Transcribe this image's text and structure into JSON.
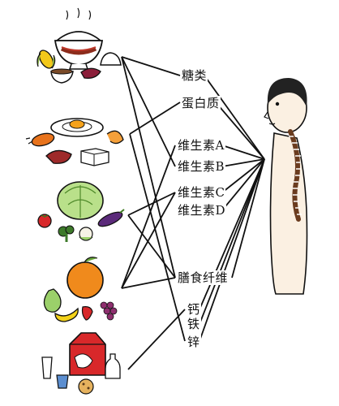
{
  "food_groups": [
    {
      "id": "grains",
      "items": [
        "rice-bowl",
        "corn",
        "bun",
        "soup-bowl",
        "sweet-potato"
      ]
    },
    {
      "id": "protein",
      "items": [
        "fried-egg-plate",
        "chicken-leg",
        "shrimp",
        "steak",
        "tofu"
      ]
    },
    {
      "id": "vegetables",
      "items": [
        "cabbage",
        "tomato",
        "broccoli",
        "cauliflower",
        "eggplant"
      ]
    },
    {
      "id": "fruits",
      "items": [
        "orange",
        "pear",
        "banana",
        "strawberry",
        "grapes"
      ]
    },
    {
      "id": "dairy",
      "items": [
        "milk-carton",
        "milk-glass",
        "milk-bottle",
        "yogurt",
        "cookie"
      ]
    }
  ],
  "nutrients": [
    {
      "id": "sugar",
      "label": "糖类"
    },
    {
      "id": "protein",
      "label": "蛋白质"
    },
    {
      "id": "vitamin-a",
      "label": "维生素A"
    },
    {
      "id": "vitamin-b",
      "label": "维生素B"
    },
    {
      "id": "vitamin-c",
      "label": "维生素C"
    },
    {
      "id": "vitamin-d",
      "label": "维生素D"
    },
    {
      "id": "fiber",
      "label": "膳食纤维"
    },
    {
      "id": "calcium",
      "label": "钙"
    },
    {
      "id": "iron",
      "label": "铁"
    },
    {
      "id": "zinc",
      "label": "锌"
    }
  ],
  "connections": [
    [
      "grains",
      "sugar"
    ],
    [
      "grains",
      "vitamin-b"
    ],
    [
      "grains",
      "fiber"
    ],
    [
      "protein",
      "protein"
    ],
    [
      "protein",
      "zinc"
    ],
    [
      "vegetables",
      "vitamin-c"
    ],
    [
      "vegetables",
      "fiber"
    ],
    [
      "fruits",
      "vitamin-a"
    ],
    [
      "fruits",
      "vitamin-c"
    ],
    [
      "fruits",
      "fiber"
    ],
    [
      "dairy",
      "calcium"
    ]
  ],
  "colors": {
    "line": "#111111",
    "skin": "#fbf0e2",
    "hair": "#222222",
    "milk_red": "#d8282a",
    "orange": "#f08a1c",
    "lettuce": "#7fbf4a",
    "egg_yolk": "#f5a21b",
    "eggplant": "#5b2a7a",
    "banana": "#f3d21a"
  }
}
